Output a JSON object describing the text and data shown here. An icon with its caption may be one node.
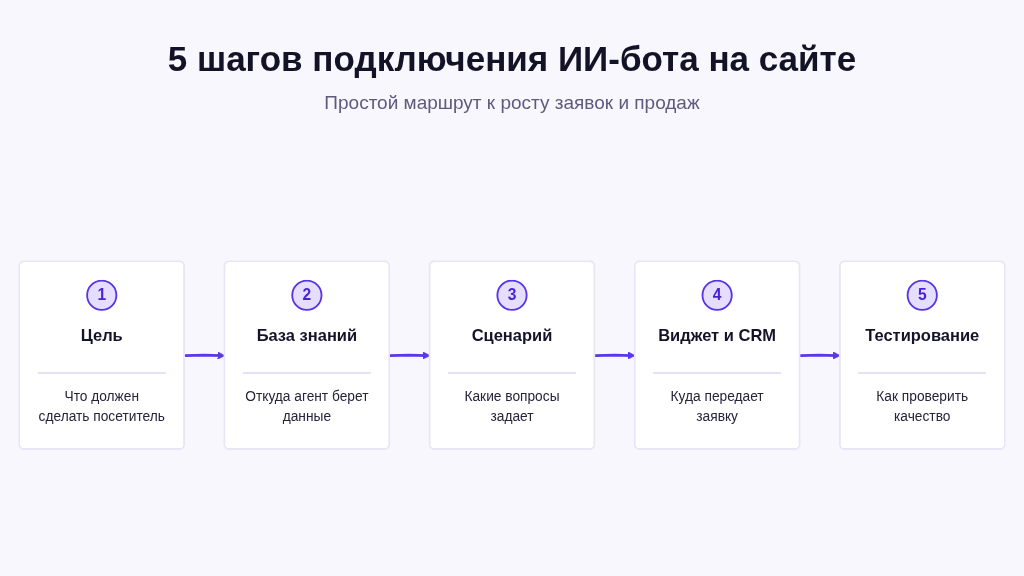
{
  "diagram": {
    "title": "5 шагов подключения ИИ-бота на сайте",
    "nodes": [
      {
        "text": [
          "1",
          "Цель",
          "Что должен сделать посетитель"
        ]
      },
      {
        "text": [
          "2",
          "База знаний",
          "Откуда агент берет данные"
        ]
      },
      {
        "text": [
          "3",
          "Сценарий",
          "Какие вопросы задает"
        ]
      },
      {
        "text": [
          "4",
          "Виджет и CRM",
          "Куда передает заявку"
        ]
      },
      {
        "text": [
          "5",
          "Тестирование",
          "Как проверить качество"
        ]
      }
    ],
    "edges": [
      {
        "from": 0,
        "to": 1,
        "arrow": "to"
      },
      {
        "from": 1,
        "to": 2,
        "arrow": "to"
      },
      {
        "from": 2,
        "to": 3,
        "arrow": "to"
      },
      {
        "from": 3,
        "to": 4,
        "arrow": "to"
      }
    ],
    "labels": [
      "Простой маршрут к росту заявок и продаж"
    ]
  }
}
